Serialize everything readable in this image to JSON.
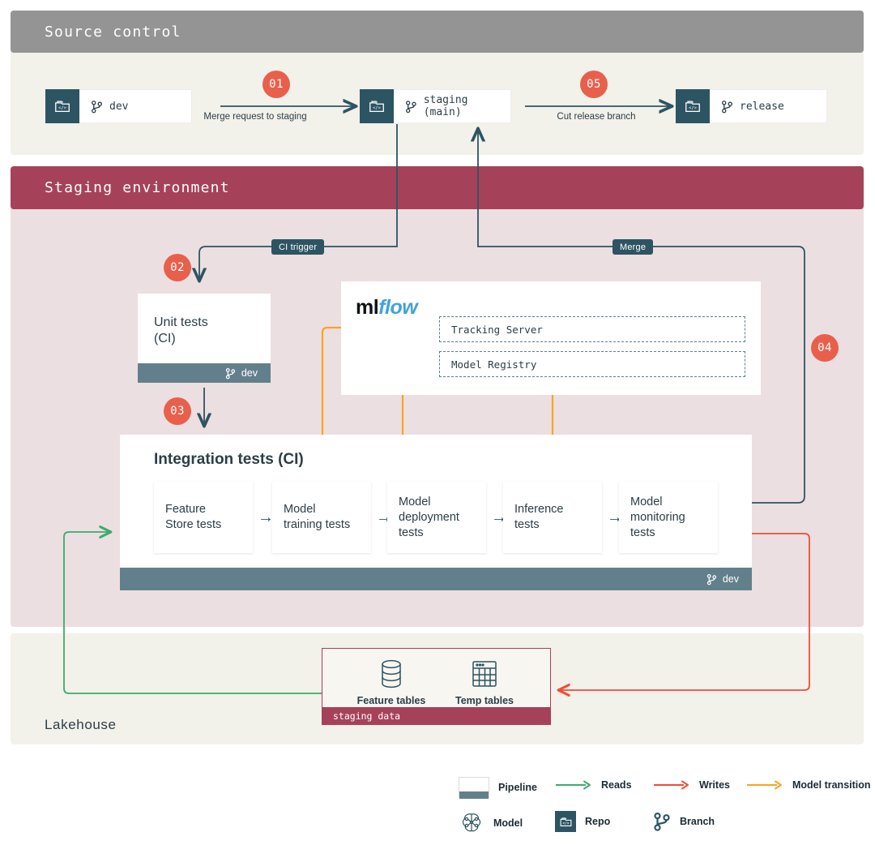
{
  "panels": {
    "source_control": {
      "title": "Source control"
    },
    "staging": {
      "title": "Staging environment"
    },
    "lakehouse": {
      "title": "Lakehouse"
    }
  },
  "source_control": {
    "repos": [
      {
        "branch": "dev",
        "icon": "repo-icon"
      },
      {
        "branch": "staging (main)",
        "icon": "repo-icon"
      },
      {
        "branch": "release",
        "icon": "repo-icon"
      }
    ],
    "links": [
      {
        "step": "01",
        "label": "Merge request to staging"
      },
      {
        "step": "05",
        "label": "Cut release branch"
      }
    ]
  },
  "staging": {
    "tags": {
      "ci_trigger": "CI trigger",
      "merge": "Merge"
    },
    "steps": {
      "s02": "02",
      "s03": "03",
      "s04": "04"
    },
    "unit_tests": {
      "title": "Unit tests\n(CI)",
      "line1": "Unit tests",
      "line2": "(CI)",
      "branch": "dev"
    },
    "mlflow": {
      "logo_ml": "ml",
      "logo_flow": "flow",
      "rows": [
        "Tracking Server",
        "Model Registry"
      ]
    },
    "integration": {
      "title": "Integration tests (CI)",
      "branch": "dev",
      "boxes": [
        "Feature\nStore tests",
        "Model\ntraining tests",
        "Model\ndeployment\ntests",
        "Inference\ntests",
        "Model\nmonitoring\ntests"
      ],
      "arrow": "→"
    }
  },
  "lakehouse": {
    "staging_data": {
      "bar_label": "staging data",
      "tables": [
        {
          "label": "Feature tables",
          "icon": "database-icon"
        },
        {
          "label": "Temp tables",
          "icon": "table-grid-icon"
        }
      ]
    }
  },
  "legend": {
    "items": [
      {
        "label": "Pipeline",
        "icon": "pipeline-swatch"
      },
      {
        "label": "Reads",
        "icon": "arrow-green-icon",
        "color": "#3cab6d"
      },
      {
        "label": "Writes",
        "icon": "arrow-red-icon",
        "color": "#ef4e37"
      },
      {
        "label": "Model transition",
        "icon": "arrow-orange-icon",
        "color": "#f5a623"
      },
      {
        "label": "Model",
        "icon": "model-brain-icon"
      },
      {
        "label": "Repo",
        "icon": "repo-icon"
      },
      {
        "label": "Branch",
        "icon": "branch-icon"
      }
    ]
  },
  "colors": {
    "source_header": "#949494",
    "source_body": "#f2f1ea",
    "staging_header": "#a54259",
    "staging_body": "#ecdfe1",
    "lakehouse_body": "#f2f1ea",
    "accent_orange": "#e8604c",
    "teal_dark": "#2d5462",
    "dev_bar": "#62808c",
    "reads_green": "#3cab6d",
    "writes_red": "#ef4e37",
    "transition_orange": "#f5a623"
  }
}
